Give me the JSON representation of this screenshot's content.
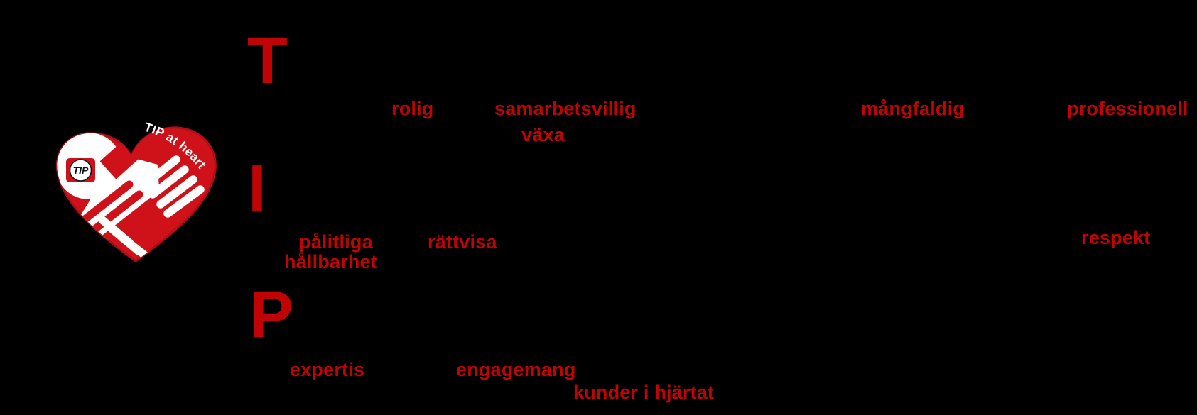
{
  "letters": {
    "t": "T",
    "i": "I",
    "p": "P"
  },
  "words": {
    "rolig": "rolig",
    "samarbetsvillig": "samarbetsvillig",
    "vaxa": "växa",
    "mangfaldig": "mångfaldig",
    "professionell": "professionell",
    "palitliga": "pålitliga",
    "rattvisa": "rättvisa",
    "respekt": "respekt",
    "hallbarhet": "hållbarhet",
    "expertis": "expertis",
    "engagemang": "engagemang",
    "kunder_i_hjartat": "kunder i hjärtat"
  },
  "logo": {
    "badge_label": "TIP",
    "curved_label": "TIP at heart"
  },
  "colors": {
    "background": "#000000",
    "word_red": "#C00405",
    "heart_red": "#CF1219",
    "heart_border": "#AF0E16",
    "logo_white": "#FFFFFF",
    "badge_text_black": "#101010"
  }
}
